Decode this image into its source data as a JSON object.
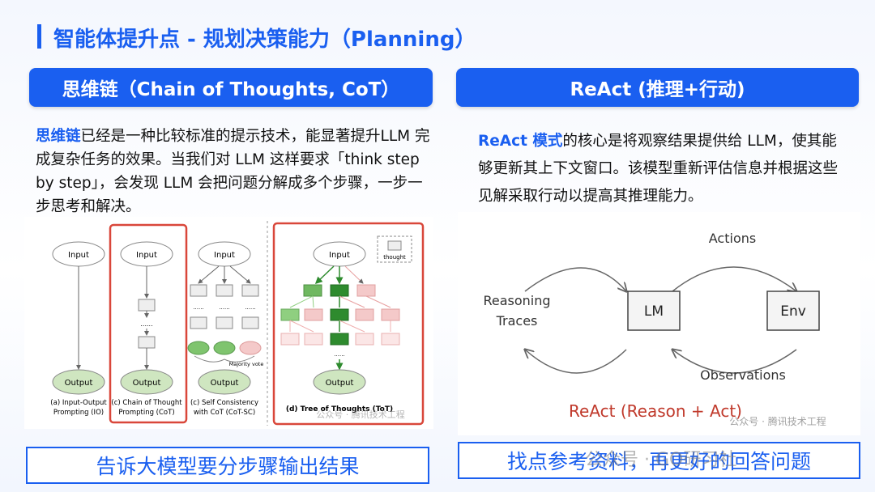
{
  "page": {
    "title": "智能体提升点 - 规划决策能力（Planning）"
  },
  "left": {
    "header": "思维链（Chain of Thoughts, CoT）",
    "desc_highlight": "思维链",
    "desc_text": "已经是一种比较标准的提示技术，能显著提升LLM 完成复杂任务的效果。当我们对 LLM 这样要求「think step by step」，会发现 LLM 会把问题分解成多个步骤，一步一步思考和解决。",
    "figure": {
      "input": "Input",
      "output": "Output",
      "dots": "......",
      "legend_thought": "thought",
      "majority_vote": "Majority vote",
      "captions": {
        "a1": "(a) Input-Output",
        "a2": "Prompting (IO)",
        "b1": "(c) Chain of Thought",
        "b2": "Prompting (CoT)",
        "c1": "(c) Self Consistency",
        "c2": "with CoT (CoT-SC)",
        "d1": "(d) Tree of Thoughts (ToT)"
      },
      "watermark": "公众号 · 腾讯技术工程"
    },
    "footer": "告诉大模型要分步骤输出结果"
  },
  "right": {
    "header": "ReAct (推理+行动)",
    "desc_highlight": "ReAct 模式",
    "desc_text": "的核心是将观察结果提供给 LLM，使其能够更新其上下文窗口。该模型重新评估信息并根据这些见解采取行动以提高其推理能力。",
    "figure": {
      "actions": "Actions",
      "reasoning": "Reasoning",
      "traces": "Traces",
      "lm": "LM",
      "env": "Env",
      "observations": "Observations",
      "caption": "ReAct (Reason + Act)",
      "watermark": "公众号 · 腾讯技术工程"
    },
    "footer": "找点参考资料，再更好的回答问题",
    "footer_watermark": "公众号 · GO研习社"
  },
  "colors": {
    "accent": "#1a5ff0",
    "red_box": "#d9473a",
    "green_dark": "#2e8b2e",
    "green_light": "#8fcf80",
    "pink": "#f4c9c9",
    "react_red": "#c0392b"
  }
}
